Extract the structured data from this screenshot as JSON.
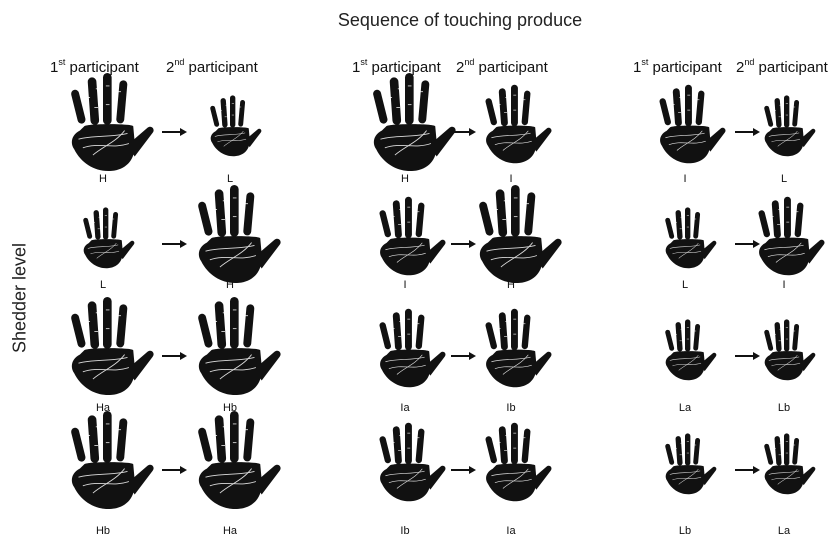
{
  "title": "Sequence of touching produce",
  "y_axis_label": "Shedder level",
  "column_headers": [
    {
      "first": {
        "num": "1",
        "sup": "st",
        "text": "participant"
      },
      "second": {
        "num": "2",
        "sup": "nd",
        "text": "participant"
      }
    },
    {
      "first": {
        "num": "1",
        "sup": "st",
        "text": "participant"
      },
      "second": {
        "num": "2",
        "sup": "nd",
        "text": "participant"
      }
    },
    {
      "first": {
        "num": "1",
        "sup": "st",
        "text": "participant"
      },
      "second": {
        "num": "2",
        "sup": "nd",
        "text": "participant"
      }
    }
  ],
  "pairs": [
    [
      {
        "from": "H",
        "to": "L"
      },
      {
        "from": "H",
        "to": "I"
      },
      {
        "from": "I",
        "to": "L"
      }
    ],
    [
      {
        "from": "L",
        "to": "H"
      },
      {
        "from": "I",
        "to": "H"
      },
      {
        "from": "L",
        "to": "I"
      }
    ],
    [
      {
        "from": "Ha",
        "to": "Hb"
      },
      {
        "from": "Ia",
        "to": "Ib"
      },
      {
        "from": "La",
        "to": "Lb"
      }
    ],
    [
      {
        "from": "Hb",
        "to": "Ha"
      },
      {
        "from": "Ib",
        "to": "Ia"
      },
      {
        "from": "Lb",
        "to": "La"
      }
    ]
  ],
  "hand_color": "#111111",
  "icons": {
    "hand": "hand-icon",
    "arrow": "right-arrow-icon"
  }
}
